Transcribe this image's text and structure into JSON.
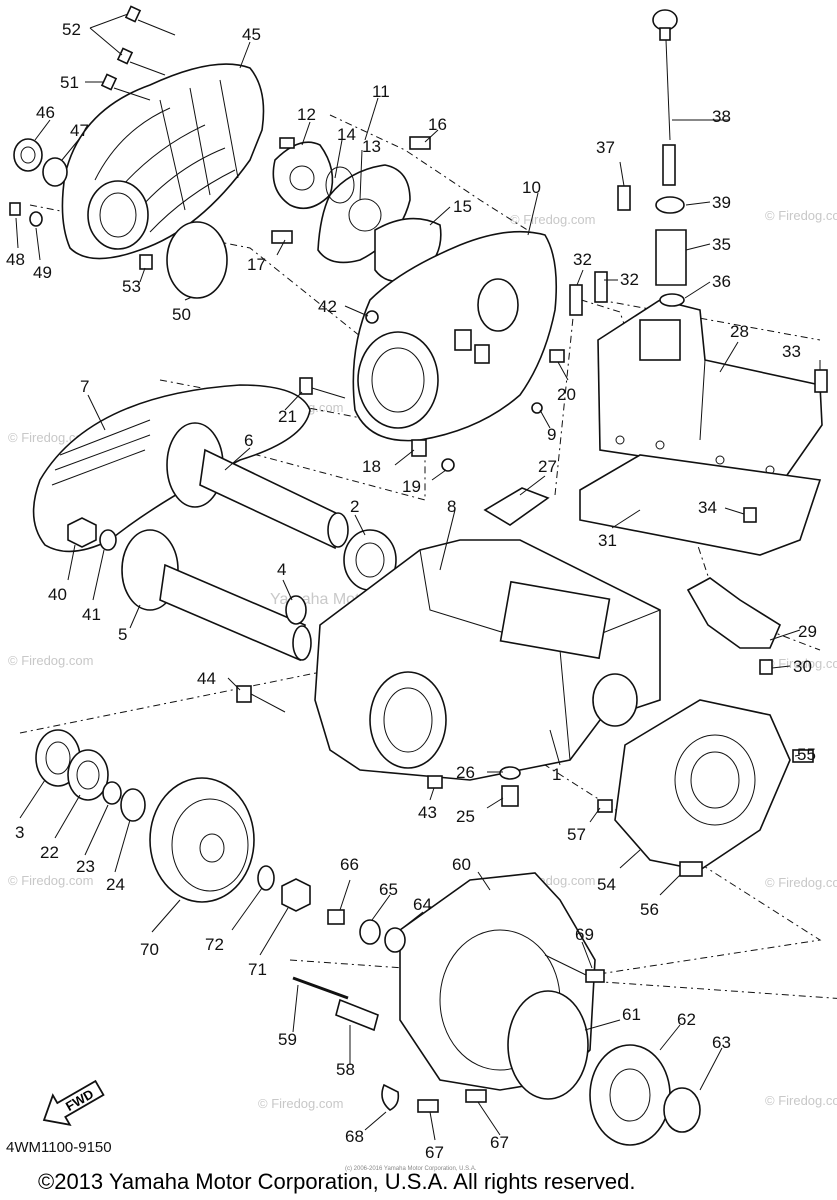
{
  "diagram": {
    "part_code": "4WM1100-9150",
    "copyright": "©2013 Yamaha Motor Corporation, U.S.A. All rights reserved.",
    "small_print": "(c) 2006-2016 Yamaha Motor Corporation, U.S.A.",
    "center_watermark": "Yamaha Motor Corp, U.S.A.",
    "watermark": "© Firedog.com",
    "fwd_label": "FWD",
    "callouts": [
      "1",
      "2",
      "3",
      "4",
      "5",
      "6",
      "7",
      "8",
      "9",
      "10",
      "11",
      "12",
      "13",
      "14",
      "15",
      "16",
      "17",
      "18",
      "19",
      "20",
      "21",
      "22",
      "23",
      "24",
      "25",
      "26",
      "27",
      "28",
      "29",
      "30",
      "31",
      "32",
      "32",
      "33",
      "34",
      "35",
      "36",
      "37",
      "38",
      "39",
      "40",
      "41",
      "42",
      "43",
      "44",
      "45",
      "46",
      "47",
      "48",
      "49",
      "50",
      "51",
      "52",
      "53",
      "54",
      "55",
      "56",
      "57",
      "58",
      "59",
      "60",
      "61",
      "62",
      "63",
      "64",
      "65",
      "66",
      "67",
      "67",
      "68",
      "69",
      "70",
      "71",
      "72"
    ]
  }
}
